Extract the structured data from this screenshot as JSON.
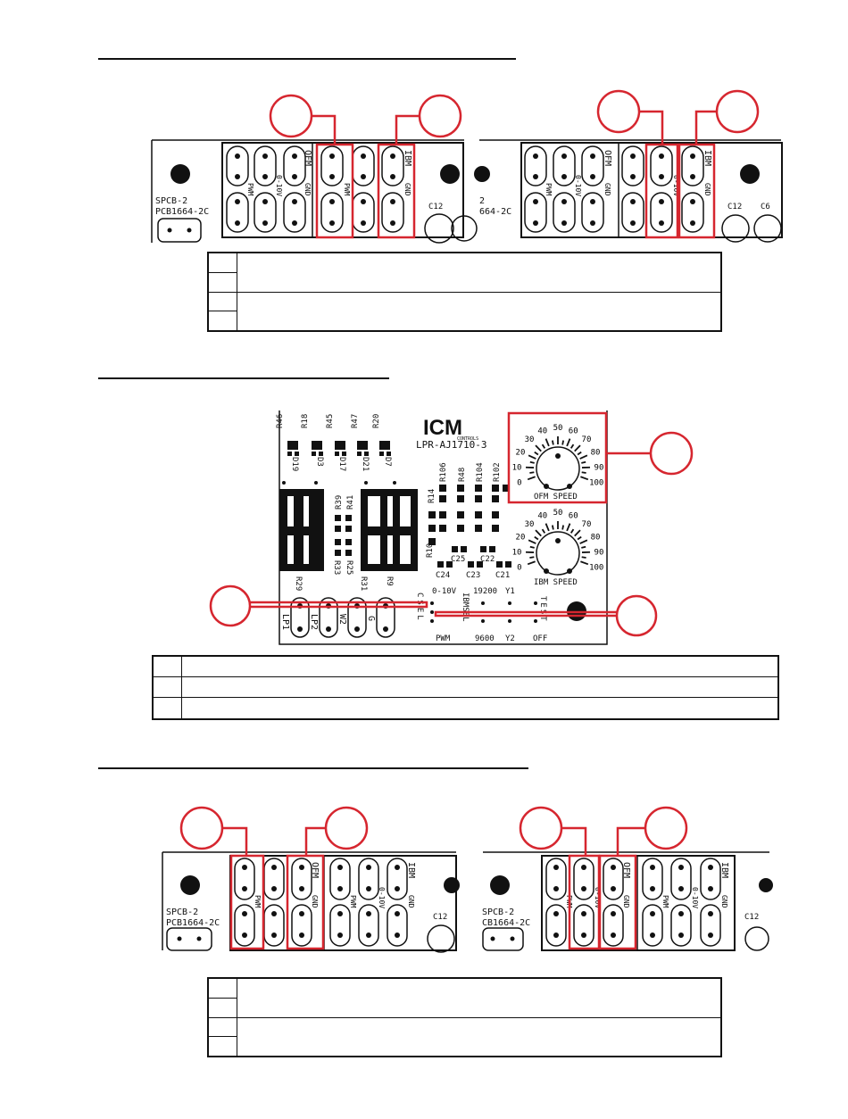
{
  "colors": {
    "highlight": "#d6262f",
    "ink": "#111111",
    "paper": "#ffffff"
  },
  "board": {
    "part_name": "SPCB-2",
    "part_number": "PCB1664-2C",
    "header_ofm": "OFM",
    "header_ibm": "IBM",
    "pin_pwm": "PWM",
    "pin_010v": "0-10V",
    "pin_gnd": "GND",
    "cap_c12": "C12",
    "cap_c6": "C6"
  },
  "icm_board": {
    "logo": "ICM",
    "logo_sub": "CONTROLS",
    "model": "LPR-AJ1710-3",
    "resistors_top": [
      "R46",
      "R18",
      "R45",
      "R47",
      "R20"
    ],
    "diodes": [
      "D19",
      "D3",
      "D17",
      "D21",
      "D7"
    ],
    "resistors_mid": [
      "R106",
      "R48",
      "R104",
      "R102"
    ],
    "r14": "R14",
    "r39": "R39",
    "r41": "R41",
    "r33": "R33",
    "r25": "R25",
    "r29": "R29",
    "r31": "R31",
    "r9": "R9",
    "r10": "R10",
    "caps": [
      "C25",
      "C22",
      "C24",
      "C23",
      "C21"
    ],
    "dial_ticks": [
      "0",
      "10",
      "20",
      "30",
      "40",
      "50",
      "60",
      "70",
      "80",
      "90",
      "100"
    ],
    "ofm_speed": "OFM SPEED",
    "ibm_speed": "IBM SPEED",
    "terminals": [
      "LP1",
      "LP2",
      "W2",
      "G"
    ],
    "sel_top": [
      "0-10V",
      "19200",
      "Y1"
    ],
    "sel_bottom": [
      "PWM",
      "9600",
      "Y2",
      "OFF"
    ],
    "sel_label_1": "CSEL",
    "sel_label_2": "IBMSEL",
    "sel_label_3": "TEST"
  }
}
